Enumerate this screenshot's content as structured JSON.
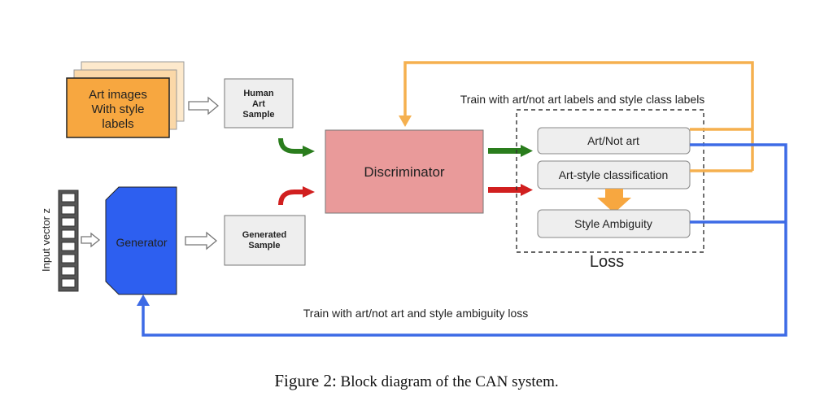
{
  "diagram": {
    "art_images": [
      "Art images",
      "With style",
      "labels"
    ],
    "human_sample": [
      "Human",
      "Art",
      "Sample"
    ],
    "generated_sample": [
      "Generated",
      "Sample"
    ],
    "discriminator": "Discriminator",
    "generator": "Generator",
    "input_vector": "Input vector z",
    "train_top": "Train with art/not art labels and style class labels",
    "art_not_art": "Art/Not art",
    "style_classification": "Art-style classification",
    "style_ambiguity": "Style Ambiguity",
    "loss": "Loss",
    "train_bottom": "Train with art/not art and style ambiguity loss"
  },
  "caption": {
    "prefix": "Figure 2:",
    "text": "Block diagram of the CAN system."
  },
  "colors": {
    "orange": "#f7a740",
    "orange_line": "#f5b04f",
    "blue": "#2d5ff0",
    "blue_line": "#3d6be6",
    "green": "#2a7d1d",
    "red": "#d11f1f",
    "discriminator_fill": "#e99a9a"
  }
}
